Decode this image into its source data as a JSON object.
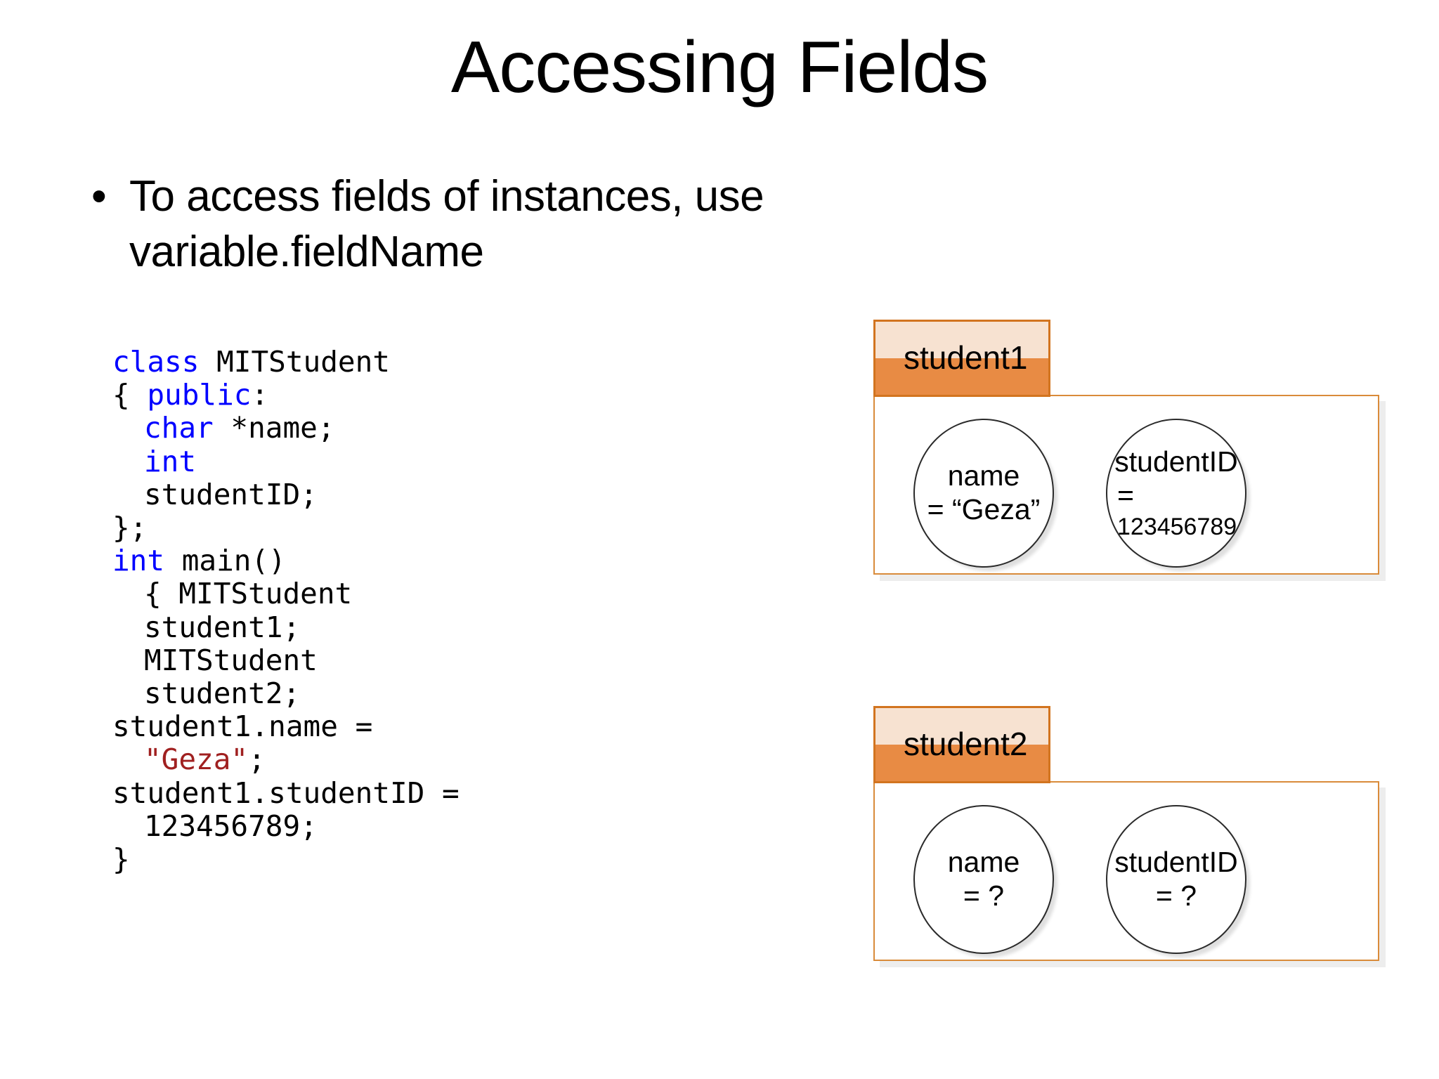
{
  "slide": {
    "title": "Accessing Fields",
    "background_color": "#ffffff"
  },
  "bullets": [
    {
      "marker": "•",
      "text": "To access fields of instances, use variable.fieldName"
    }
  ],
  "code": {
    "language": "cpp",
    "keyword_color": "#0000ff",
    "string_color": "#a02020",
    "lines": [
      {
        "indent": false,
        "segments": [
          {
            "text": "class",
            "style": "kw"
          },
          {
            "text": " MITStudent",
            "style": "plain"
          }
        ]
      },
      {
        "indent": false,
        "segments": [
          {
            "text": "{ ",
            "style": "plain"
          },
          {
            "text": "public",
            "style": "kw"
          },
          {
            "text": ":",
            "style": "plain"
          }
        ]
      },
      {
        "indent": true,
        "segments": [
          {
            "text": "char",
            "style": "kw"
          },
          {
            "text": " *name;",
            "style": "plain"
          }
        ]
      },
      {
        "indent": true,
        "segments": [
          {
            "text": "int",
            "style": "kw"
          }
        ]
      },
      {
        "indent": true,
        "segments": [
          {
            "text": "studentID;",
            "style": "plain"
          }
        ]
      },
      {
        "indent": false,
        "segments": [
          {
            "text": "};",
            "style": "plain"
          }
        ]
      },
      {
        "indent": false,
        "segments": [
          {
            "text": "int",
            "style": "kw"
          },
          {
            "text": " main()",
            "style": "plain"
          }
        ]
      },
      {
        "indent": true,
        "segments": [
          {
            "text": "{ MITStudent",
            "style": "plain"
          }
        ]
      },
      {
        "indent": true,
        "segments": [
          {
            "text": "student1;",
            "style": "plain"
          }
        ]
      },
      {
        "indent": true,
        "segments": [
          {
            "text": "MITStudent",
            "style": "plain"
          }
        ]
      },
      {
        "indent": true,
        "segments": [
          {
            "text": "student2;",
            "style": "plain"
          }
        ]
      },
      {
        "indent": false,
        "segments": [
          {
            "text": "student1.name =",
            "style": "plain"
          }
        ]
      },
      {
        "indent": true,
        "segments": [
          {
            "text": "\"Geza\"",
            "style": "str"
          },
          {
            "text": ";",
            "style": "plain"
          }
        ]
      },
      {
        "indent": false,
        "segments": [
          {
            "text": "student1.studentID =",
            "style": "plain"
          }
        ]
      },
      {
        "indent": true,
        "segments": [
          {
            "text": "123456789;",
            "style": "plain"
          }
        ]
      },
      {
        "indent": false,
        "segments": [
          {
            "text": "}",
            "style": "plain"
          }
        ]
      }
    ]
  },
  "diagram": {
    "tab_top_color": "#f7e2d1",
    "tab_bottom_color": "#e88b44",
    "tab_border_color": "#d2741f",
    "body_border_color": "#d98b3a",
    "objects": [
      {
        "name": "student1",
        "fields": [
          {
            "label": "name",
            "value_lines": [
              "= “Geza”"
            ]
          },
          {
            "label": "studentID",
            "value_lines": [
              "=",
              "123456789"
            ]
          }
        ]
      },
      {
        "name": "student2",
        "fields": [
          {
            "label": "name",
            "value_lines": [
              "= ?"
            ]
          },
          {
            "label": "studentID",
            "value_lines": [
              "= ?"
            ]
          }
        ]
      }
    ]
  }
}
